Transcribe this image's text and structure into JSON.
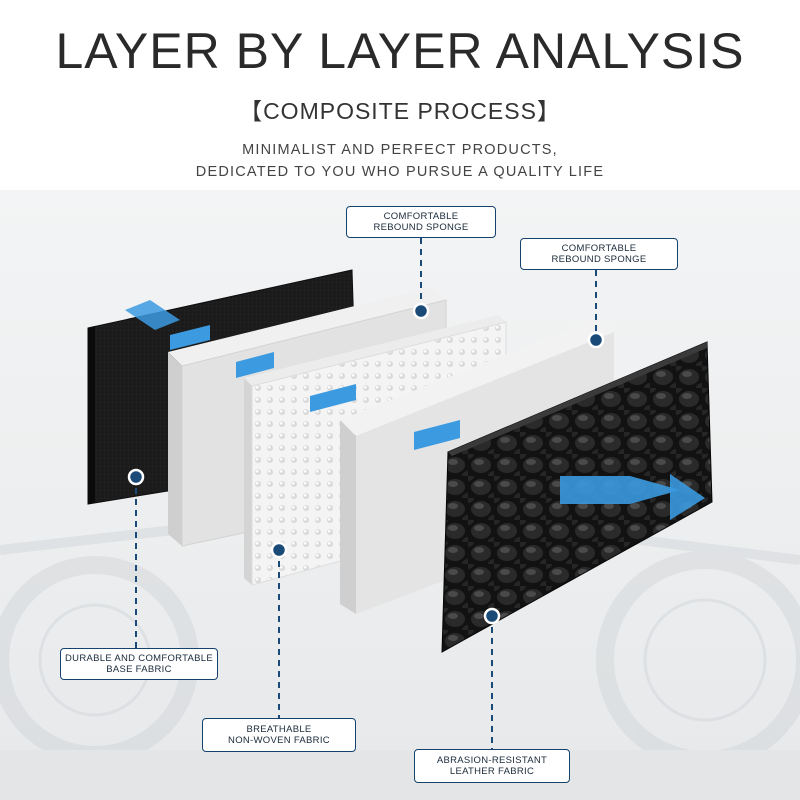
{
  "header": {
    "title": "LAYER BY LAYER ANALYSIS",
    "subtitle": "【COMPOSITE PROCESS】",
    "tagline_line1": "MINIMALIST AND PERFECT PRODUCTS,",
    "tagline_line2": "DEDICATED TO YOU WHO PURSUE A QUALITY LIFE"
  },
  "labels": {
    "sponge_top": {
      "line1": "COMFORTABLE",
      "line2": "REBOUND SPONGE"
    },
    "sponge_right": {
      "line1": "COMFORTABLE",
      "line2": "REBOUND SPONGE"
    },
    "base_fabric": {
      "line1": "DURABLE AND COMFORTABLE",
      "line2": "BASE FABRIC"
    },
    "nonwoven": {
      "line1": "BREATHABLE",
      "line2": "NON-WOVEN FABRIC"
    },
    "leather": {
      "line1": "ABRASION-RESISTANT",
      "line2": "LEATHER FABRIC"
    }
  },
  "colors": {
    "label_border": "#16436e",
    "arrow_blue": "#3b9ae0",
    "dot_fill": "#1a4a78"
  }
}
